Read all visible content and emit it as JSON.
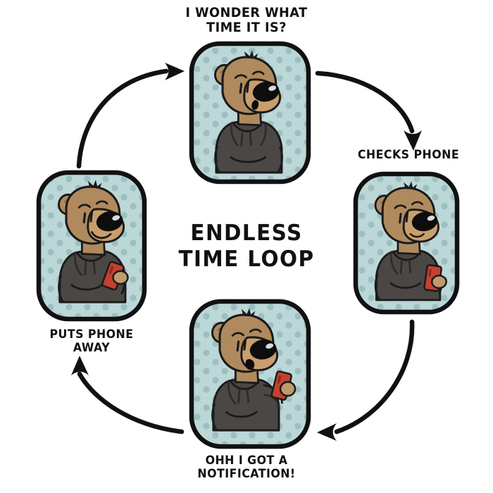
{
  "comic": {
    "title": "ENDLESS\nTIME LOOP",
    "background_color": "#ffffff",
    "ink_color": "#111111",
    "panel_bg_color": "#bcd7d8",
    "panel_dot_color": "#9dbfc0",
    "fur_color": "#b08a5e",
    "fur_shade_color": "#c79b6b",
    "muzzle_color": "#c99e6d",
    "hoodie_color": "#4a4744",
    "hoodie_shade_color": "#3c3936",
    "phone_color": "#c4402f",
    "phone_shade_color": "#a8321f",
    "paw_color": "#c09a6d"
  },
  "panels": [
    {
      "id": "top",
      "caption": "I WONDER WHAT\nTIME IT IS?",
      "caption_position": "above",
      "pose": "looking-up-no-phone",
      "mouth": "open-oval",
      "phone_visible": false
    },
    {
      "id": "right",
      "caption": "CHECKS PHONE",
      "caption_position": "above",
      "pose": "phone-at-side",
      "mouth": "closed-neutral",
      "phone_visible": true
    },
    {
      "id": "bottom",
      "caption": "OHH I GOT A\nNOTIFICATION!",
      "caption_position": "below",
      "pose": "phone-raised",
      "mouth": "open-talking",
      "phone_visible": true
    },
    {
      "id": "left",
      "caption": "PUTS PHONE\nAWAY",
      "caption_position": "below",
      "pose": "phone-lowering-smile",
      "mouth": "smile",
      "phone_visible": true
    }
  ],
  "arrows": [
    {
      "id": "left-to-top",
      "from_panel": "left",
      "to_panel": "top",
      "direction": "up-right"
    },
    {
      "id": "top-to-right",
      "from_panel": "top",
      "to_panel": "right",
      "direction": "down-right"
    },
    {
      "id": "right-to-bottom",
      "from_panel": "right",
      "to_panel": "bottom",
      "direction": "down-left"
    },
    {
      "id": "bottom-to-left",
      "from_panel": "bottom",
      "to_panel": "left",
      "direction": "up-left"
    }
  ]
}
